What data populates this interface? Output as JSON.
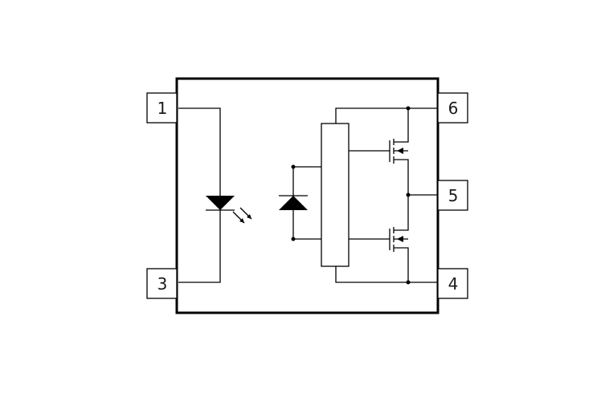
{
  "pins": {
    "p1": "1",
    "p3": "3",
    "p4": "4",
    "p5": "5",
    "p6": "6"
  },
  "colors": {
    "line": "#000000",
    "background": "#ffffff"
  },
  "icons": [
    "led-diode-icon",
    "light-emission-arrows-icon",
    "photodiode-icon",
    "mosfet-upper-icon",
    "mosfet-lower-icon"
  ]
}
